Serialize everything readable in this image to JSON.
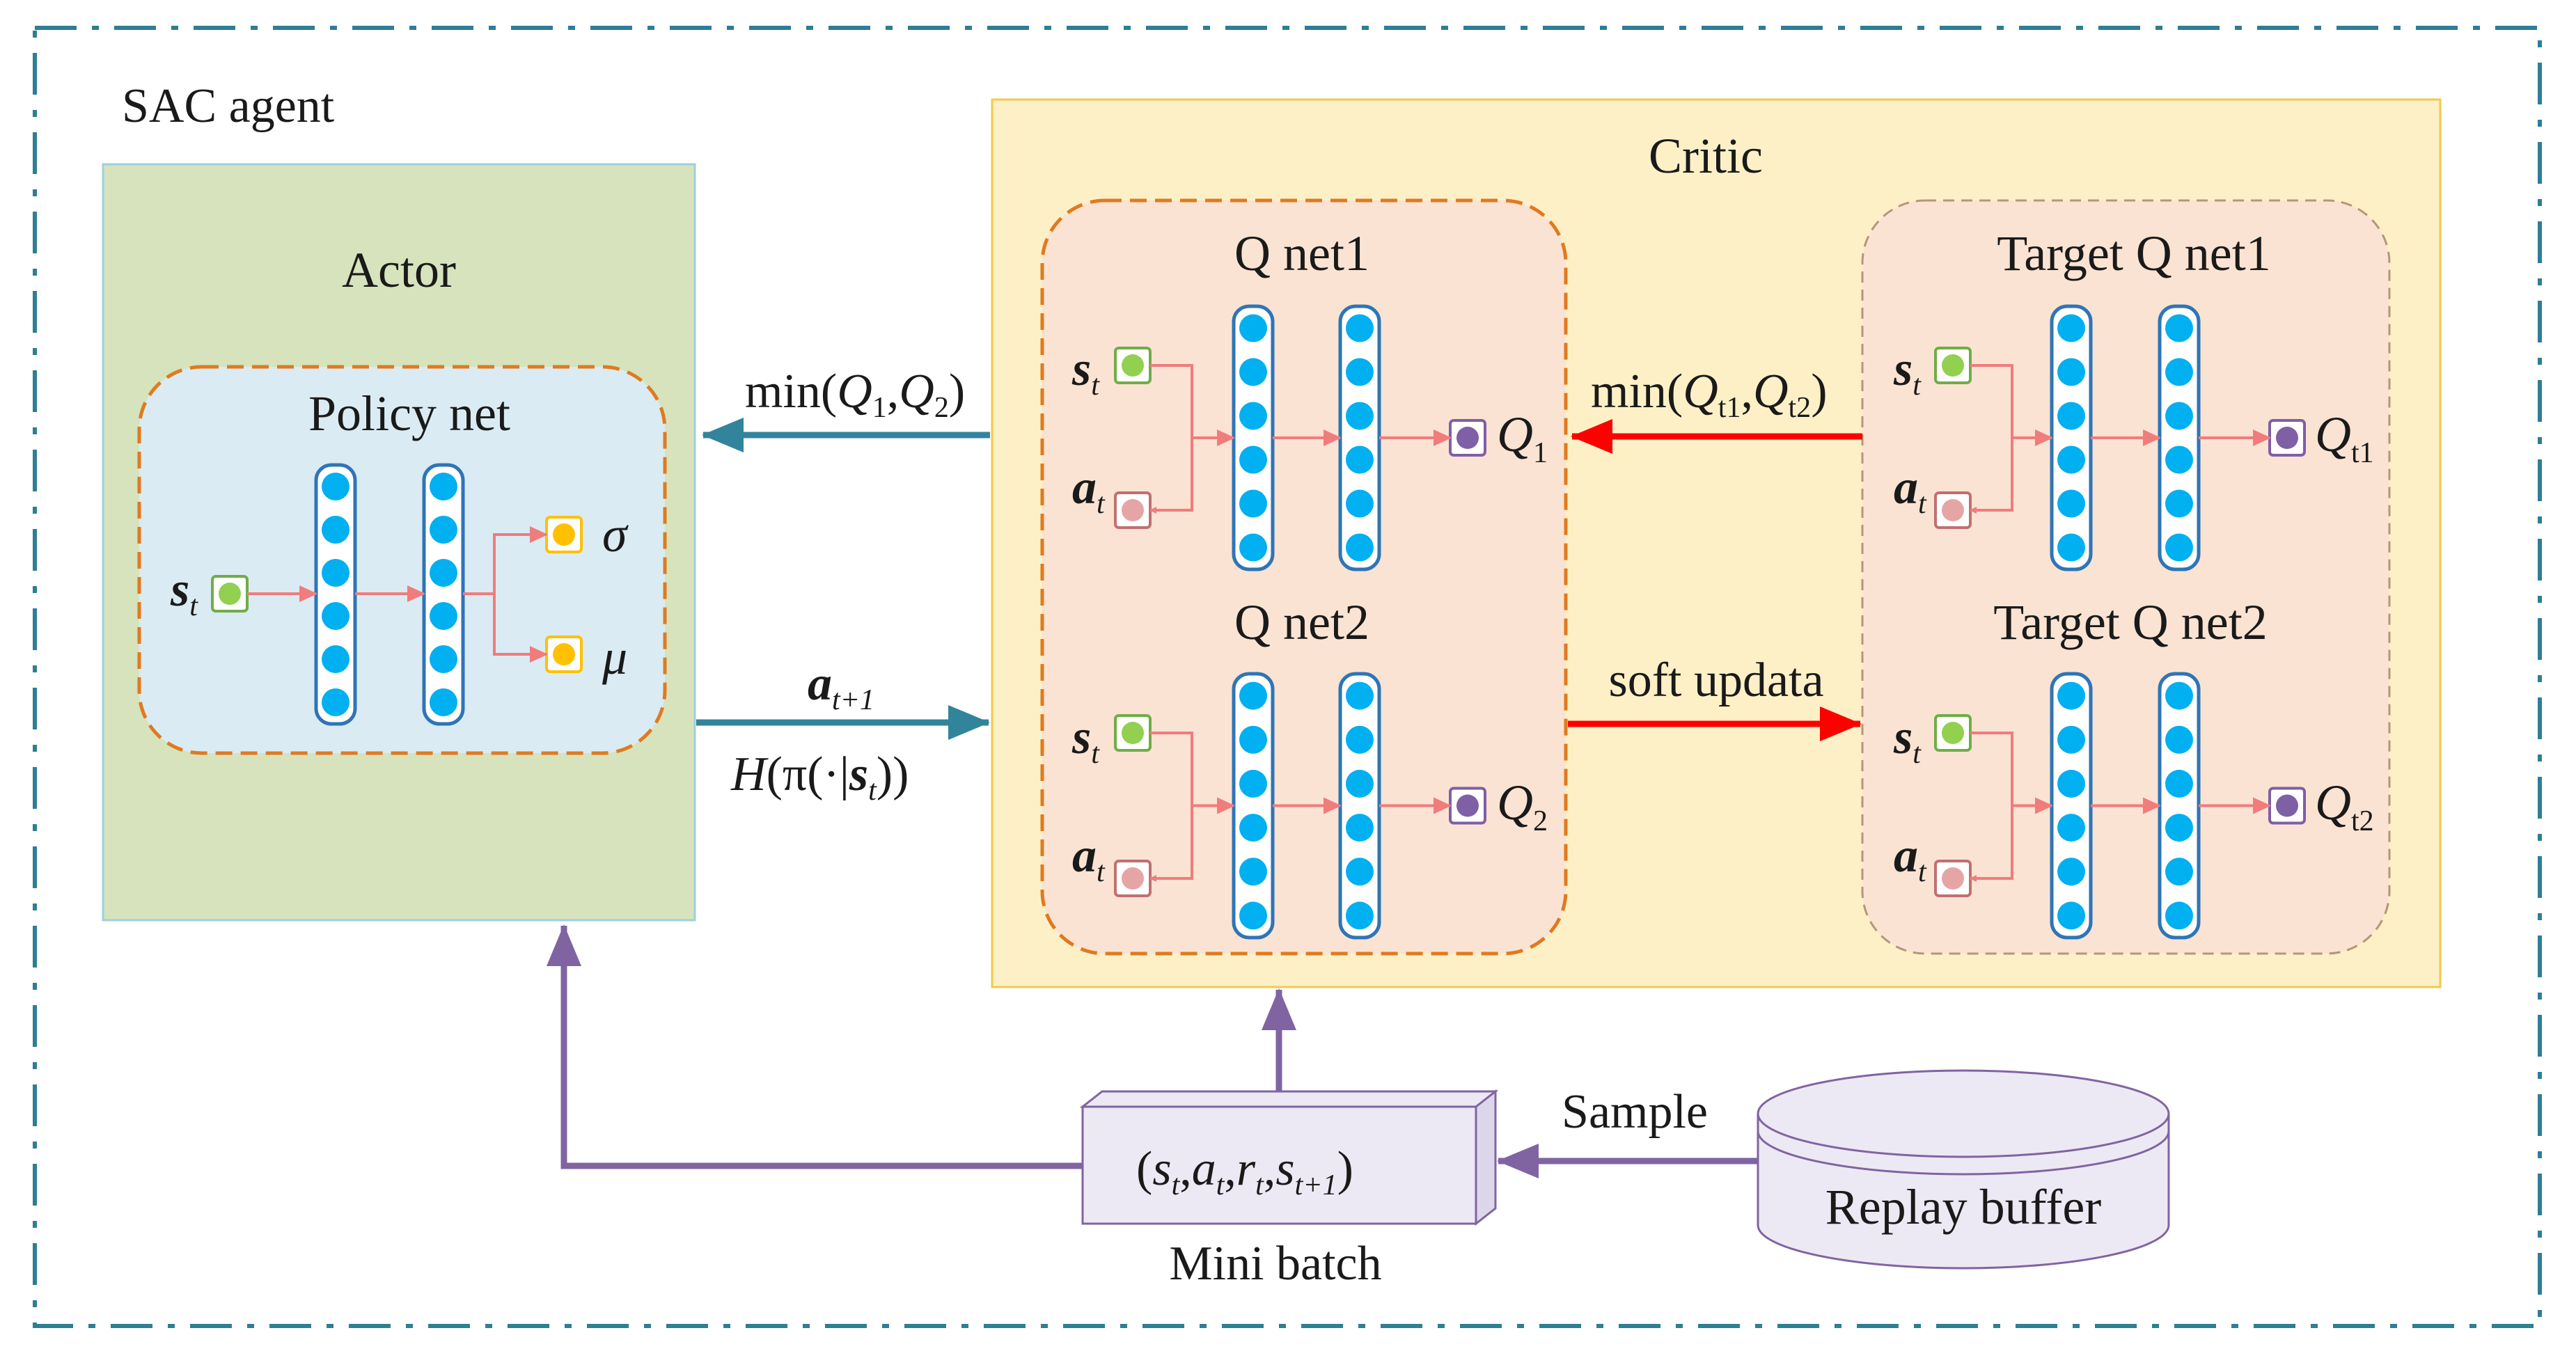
{
  "agent": {
    "title": "SAC agent"
  },
  "actor": {
    "title": "Actor",
    "policy": {
      "title": "Policy net",
      "input": "s",
      "input_sub": "t",
      "outputs": [
        "σ",
        "μ"
      ]
    }
  },
  "critic": {
    "title": "Critic",
    "qnet1": {
      "title": "Q net1",
      "inputs": [
        {
          "sym": "s",
          "sub": "t"
        },
        {
          "sym": "a",
          "sub": "t"
        }
      ],
      "output": "Q",
      "output_sub": "1"
    },
    "qnet2": {
      "title": "Q net2",
      "inputs": [
        {
          "sym": "s",
          "sub": "t"
        },
        {
          "sym": "a",
          "sub": "t"
        }
      ],
      "output": "Q",
      "output_sub": "2"
    },
    "target1": {
      "title": "Target Q net1",
      "inputs": [
        {
          "sym": "s",
          "sub": "t"
        },
        {
          "sym": "a",
          "sub": "t"
        }
      ],
      "output": "Q",
      "output_sub": "t1"
    },
    "target2": {
      "title": "Target Q net2",
      "inputs": [
        {
          "sym": "s",
          "sub": "t"
        },
        {
          "sym": "a",
          "sub": "t"
        }
      ],
      "output": "Q",
      "output_sub": "t2"
    }
  },
  "edges": {
    "critic_to_actor": {
      "fn": "min(",
      "q": "Q",
      "sub1": "1",
      "sep": ",",
      "sub2": "2",
      "close": ")"
    },
    "target_to_critic": {
      "fn": "min(",
      "q": "Q",
      "sub1": "t1",
      "sep": ",",
      "sub2": "t2",
      "close": ")"
    },
    "actor_to_critic": {
      "action": "a",
      "action_sub": "t+1",
      "entropy_h": "H",
      "entropy_open": "(π(·|",
      "entropy_s": "s",
      "entropy_sub": "t",
      "entropy_close": "))"
    },
    "soft_update": "soft updata",
    "sample": "Sample"
  },
  "minibatch": {
    "label": "Mini batch",
    "tuple": {
      "open": "(",
      "s": "s",
      "s_sub": "t",
      "a": "a",
      "a_sub": "t",
      "r": "r",
      "r_sub": "t",
      "s2": "s",
      "s2_sub": "t+1",
      "close": ")",
      "sep": ","
    }
  },
  "replay": {
    "label": "Replay buffer"
  },
  "colors": {
    "frame": "#2e7e94",
    "actor_bg": "#d6e3bd",
    "actor_border": "#9ecfe0",
    "policy_bg": "#daebf3",
    "critic_bg": "#fdf0c6",
    "critic_border": "#f2c94c",
    "qbox_bg": "#fbe3d3",
    "dash_orange": "#e07a1f",
    "dash_gray": "#b3977a",
    "neuron": "#00b0f0",
    "neuron_border": "#2e75b6",
    "conn": "#f07c7c",
    "state_node": "#92d050",
    "state_border": "#70ad47",
    "action_node": "#e6a5a5",
    "action_border": "#c07070",
    "q_node": "#7f5fa6",
    "sigma_node": "#ffc000",
    "arrow_teal": "#31849b",
    "arrow_red": "#ff0000",
    "arrow_purple": "#8064a2",
    "minibatch_fill": "#ede9f4",
    "minibatch_border": "#8064a2",
    "replay_fill": "#ede9f4",
    "replay_border": "#8064a2"
  }
}
